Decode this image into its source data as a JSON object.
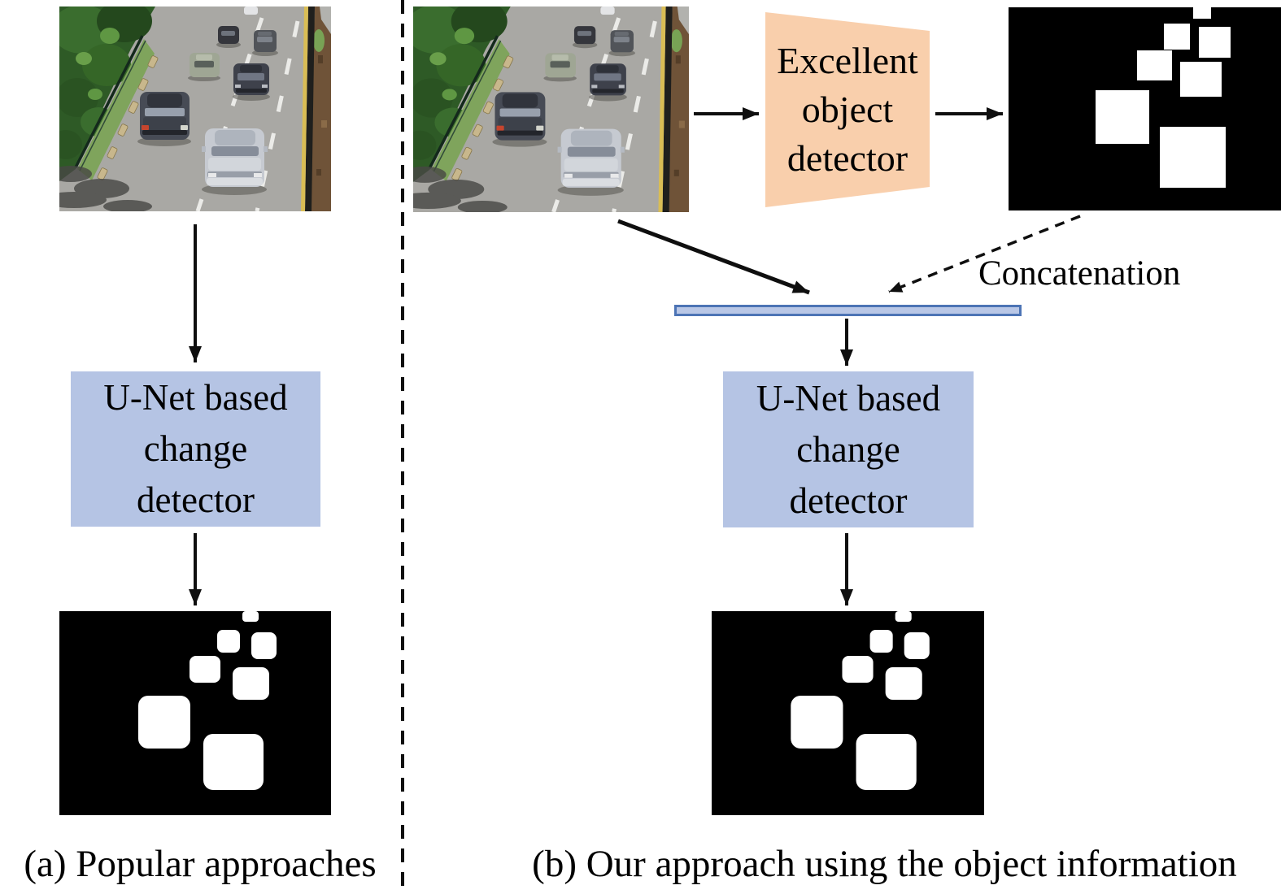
{
  "colors": {
    "unet_box_fill": "#b5c4e4",
    "detector_box_fill": "#f9cfac",
    "concat_bar_fill": "#b9c7e6",
    "concat_bar_border": "#4d74b5",
    "arrow_color": "#0f0f0f",
    "mask_background": "#000000",
    "mask_foreground": "#ffffff"
  },
  "panel_a": {
    "caption": "(a) Popular approaches",
    "unet_box": {
      "line1": "U-Net based",
      "line2": "change",
      "line3": "detector"
    }
  },
  "panel_b": {
    "caption": "(b) Our approach using the object information",
    "detector_box": {
      "line1": "Excellent",
      "line2": "object",
      "line3": "detector"
    },
    "unet_box": {
      "line1": "U-Net based",
      "line2": "change",
      "line3": "detector"
    },
    "concatenation_label": "Concatenation"
  }
}
